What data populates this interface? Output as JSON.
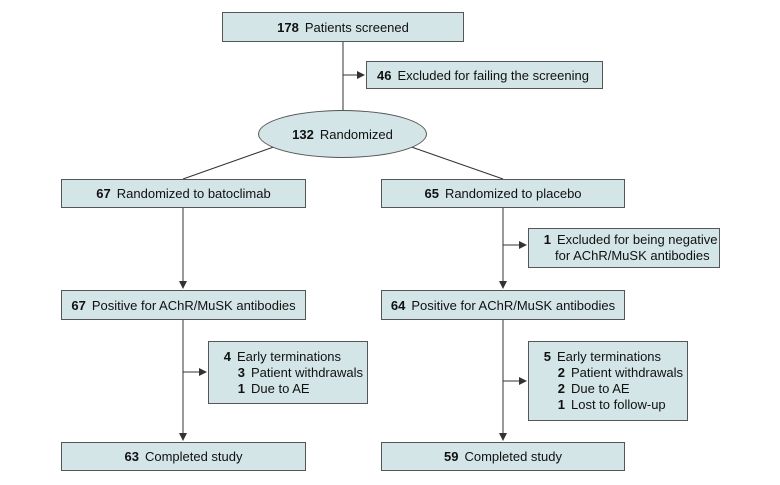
{
  "screened": {
    "n": "178",
    "label": "Patients screened"
  },
  "excluded_screening": {
    "n": "46",
    "label": "Excluded for failing the screening"
  },
  "randomized": {
    "n": "132",
    "label": "Randomized"
  },
  "left": {
    "randomized": {
      "n": "67",
      "label": "Randomized to batoclimab"
    },
    "positive": {
      "n": "67",
      "label": "Positive for AChR/MuSK antibodies"
    },
    "terminations": {
      "n": "4",
      "label": "Early terminations",
      "items": [
        {
          "n": "3",
          "label": "Patient withdrawals"
        },
        {
          "n": "1",
          "label": "Due to AE"
        }
      ]
    },
    "completed": {
      "n": "63",
      "label": "Completed study"
    }
  },
  "right": {
    "randomized": {
      "n": "65",
      "label": "Randomized to placebo"
    },
    "excluded": {
      "n": "1",
      "line1": "Excluded for being negative",
      "line2": "for AChR/MuSK antibodies"
    },
    "positive": {
      "n": "64",
      "label": "Positive for AChR/MuSK antibodies"
    },
    "terminations": {
      "n": "5",
      "label": "Early terminations",
      "items": [
        {
          "n": "2",
          "label": "Patient withdrawals"
        },
        {
          "n": "2",
          "label": "Due to AE"
        },
        {
          "n": "1",
          "label": "Lost to follow-up"
        }
      ]
    },
    "completed": {
      "n": "59",
      "label": "Completed study"
    }
  }
}
